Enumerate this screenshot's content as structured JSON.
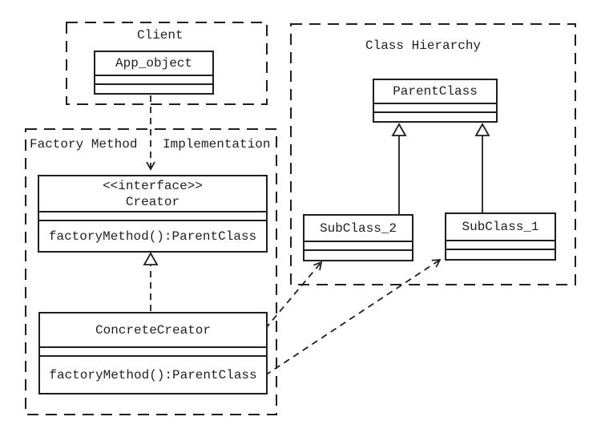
{
  "groups": {
    "client": {
      "label": "Client"
    },
    "factory": {
      "label_left": "Factory Method",
      "label_right": "Implementation"
    },
    "hierarchy": {
      "label": "Class Hierarchy"
    }
  },
  "classes": {
    "app_object": {
      "name": "App_object"
    },
    "creator": {
      "stereotype": "<<interface>>",
      "name": "Creator",
      "method": "factoryMethod():ParentClass"
    },
    "concrete_creator": {
      "name": "ConcreteCreator",
      "method": "factoryMethod():ParentClass"
    },
    "parent_class": {
      "name": "ParentClass"
    },
    "subclass_2": {
      "name": "SubClass_2"
    },
    "subclass_1": {
      "name": "SubClass_1"
    }
  },
  "colors": {
    "line": "#1f1f1f",
    "background": "#ffffff"
  }
}
